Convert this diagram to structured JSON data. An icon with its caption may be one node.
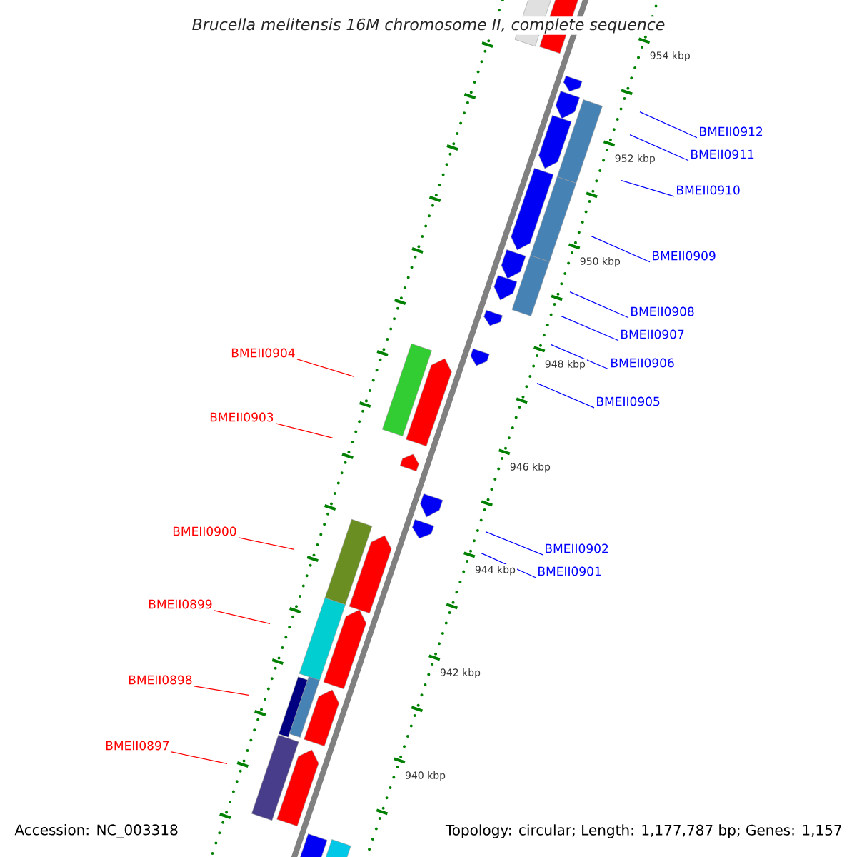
{
  "diagram": {
    "title": "Brucella melitensis 16M chromosome II, complete sequence",
    "nodes": [
      {
        "text": [
          "BMEII0912"
        ]
      },
      {
        "text": [
          "BMEII0911"
        ]
      },
      {
        "text": [
          "BMEII0910"
        ]
      },
      {
        "text": [
          "BMEII0909"
        ]
      },
      {
        "text": [
          "BMEII0908"
        ]
      },
      {
        "text": [
          "BMEII0907"
        ]
      },
      {
        "text": [
          "BMEII0904"
        ]
      },
      {
        "text": [
          "BMEII0906"
        ]
      },
      {
        "text": [
          "BMEII0905"
        ]
      },
      {
        "text": [
          "BMEII0903"
        ]
      },
      {
        "text": [
          "BMEII0900"
        ]
      },
      {
        "text": [
          "BMEII0902"
        ]
      },
      {
        "text": [
          "BMEII0901"
        ]
      },
      {
        "text": [
          "BMEII0899"
        ]
      },
      {
        "text": [
          "BMEII0898"
        ]
      },
      {
        "text": [
          "BMEII0897"
        ]
      }
    ],
    "edges": [
      {
        "from": 0,
        "to": null,
        "arrow": "none"
      },
      {
        "from": 1,
        "to": null,
        "arrow": "none"
      },
      {
        "from": 2,
        "to": null,
        "arrow": "none"
      },
      {
        "from": 3,
        "to": null,
        "arrow": "none"
      },
      {
        "from": 4,
        "to": null,
        "arrow": "none"
      },
      {
        "from": 5,
        "to": null,
        "arrow": "none"
      },
      {
        "from": 6,
        "to": null,
        "arrow": "none",
        "color": "#ff0000"
      },
      {
        "from": 7,
        "to": null,
        "arrow": "none"
      },
      {
        "from": 8,
        "to": null,
        "arrow": "none"
      },
      {
        "from": 9,
        "to": null,
        "arrow": "none",
        "color": "#ff0000"
      },
      {
        "from": 10,
        "to": null,
        "arrow": "none",
        "color": "#ff0000"
      },
      {
        "from": 11,
        "to": null,
        "arrow": "none"
      },
      {
        "from": 12,
        "to": null,
        "arrow": "none"
      },
      {
        "from": 13,
        "to": null,
        "arrow": "none",
        "color": "#ff0000"
      },
      {
        "from": 14,
        "to": null,
        "arrow": "none",
        "color": "#ff0000"
      },
      {
        "from": 15,
        "to": null,
        "arrow": "none",
        "color": "#ff0000"
      }
    ],
    "labels": [
      "954 kbp",
      "952 kbp",
      "950 kbp",
      "948 kbp",
      "946 kbp",
      "944 kbp",
      "942 kbp",
      "940 kbp",
      "Accession: NC_003318",
      "Topology: circular; Length: 1,177,787 bp; Genes: 1,157"
    ]
  }
}
